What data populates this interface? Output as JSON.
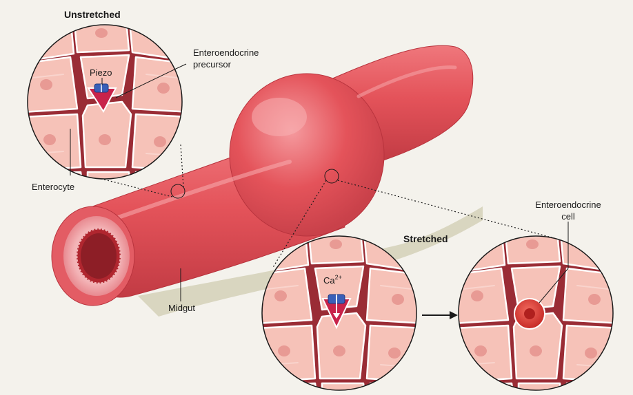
{
  "labels": {
    "unstretched": "Unstretched",
    "stretched": "Stretched",
    "piezo": "Piezo",
    "precursor_line1": "Enteroendocrine",
    "precursor_line2": "precursor",
    "enterocyte": "Enterocyte",
    "midgut": "Midgut",
    "ca": "Ca",
    "ca_sup": "2+",
    "ee_cell_line1": "Enteroendocrine",
    "ee_cell_line2": "cell"
  },
  "colors": {
    "background": "#f4f2ec",
    "gut": "#e4535a",
    "gut_dark": "#c23b44",
    "gut_light": "#f08a8f",
    "lumen": "#f7c6c8",
    "cell_fill": "#f6c2b8",
    "cell_border": "#9a2c35",
    "nucleus": "#e89a94",
    "precursor": "#c8234a",
    "piezo": "#3a5fb8",
    "ee_cell": "#e0352f"
  }
}
